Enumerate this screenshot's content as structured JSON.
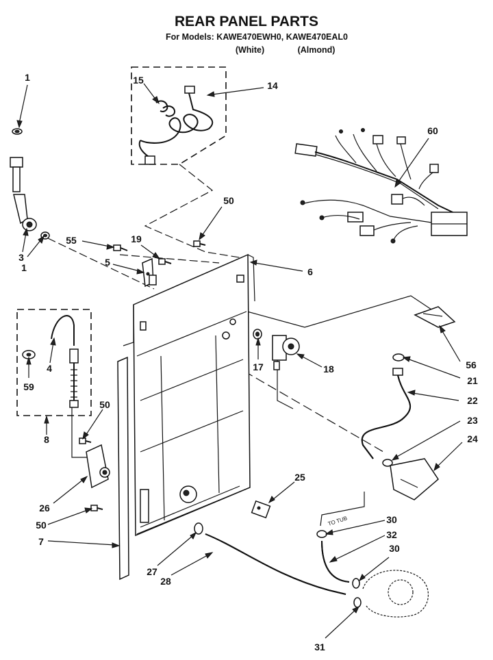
{
  "header": {
    "title": "REAR PANEL PARTS",
    "models_line": "For Models: KAWE470EWH0, KAWE470EAL0",
    "color_white": "(White)",
    "color_almond": "(Almond)"
  },
  "annotations": {
    "to_tub": "TO TUB"
  },
  "callouts": [
    {
      "id": "c1a",
      "label": "1"
    },
    {
      "id": "c3",
      "label": "3"
    },
    {
      "id": "c1b",
      "label": "1"
    },
    {
      "id": "c15",
      "label": "15"
    },
    {
      "id": "c14",
      "label": "14"
    },
    {
      "id": "c60",
      "label": "60"
    },
    {
      "id": "c50a",
      "label": "50"
    },
    {
      "id": "c55",
      "label": "55"
    },
    {
      "id": "c19",
      "label": "19"
    },
    {
      "id": "c5",
      "label": "5"
    },
    {
      "id": "c6",
      "label": "6"
    },
    {
      "id": "c4",
      "label": "4"
    },
    {
      "id": "c59",
      "label": "59"
    },
    {
      "id": "c8",
      "label": "8"
    },
    {
      "id": "c17",
      "label": "17"
    },
    {
      "id": "c18",
      "label": "18"
    },
    {
      "id": "c56",
      "label": "56"
    },
    {
      "id": "c21",
      "label": "21"
    },
    {
      "id": "c22",
      "label": "22"
    },
    {
      "id": "c23",
      "label": "23"
    },
    {
      "id": "c24",
      "label": "24"
    },
    {
      "id": "c50b",
      "label": "50"
    },
    {
      "id": "c26",
      "label": "26"
    },
    {
      "id": "c50c",
      "label": "50"
    },
    {
      "id": "c7",
      "label": "7"
    },
    {
      "id": "c25",
      "label": "25"
    },
    {
      "id": "c30a",
      "label": "30"
    },
    {
      "id": "c32",
      "label": "32"
    },
    {
      "id": "c30b",
      "label": "30"
    },
    {
      "id": "c27",
      "label": "27"
    },
    {
      "id": "c28",
      "label": "28"
    },
    {
      "id": "c31",
      "label": "31"
    }
  ]
}
